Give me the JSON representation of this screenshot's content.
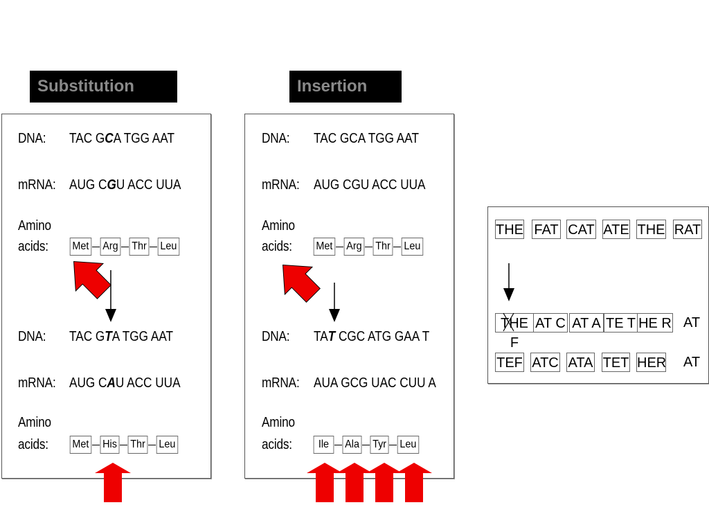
{
  "substitution": {
    "heading": "Substitution",
    "dna_label": "DNA:",
    "mrna_label": "mRNA:",
    "amino_label_1": "Amino",
    "amino_label_2": "acids:",
    "orig_dna": {
      "pre": "TAC G",
      "mut": "C",
      "post": "A TGG AAT"
    },
    "orig_mrna": {
      "pre": "AUG C",
      "mut": "G",
      "post": "U ACC UUA"
    },
    "orig_aa": [
      "Met",
      "Arg",
      "Thr",
      "Leu"
    ],
    "mut_dna": {
      "pre": "TAC G",
      "mut": "T",
      "post": "A TGG AAT"
    },
    "mut_mrna": {
      "pre": "AUG C",
      "mut": "A",
      "post": "U ACC UUA"
    },
    "mut_aa": [
      "Met",
      "His",
      "Thr",
      "Leu"
    ]
  },
  "insertion": {
    "heading": "Insertion",
    "dna_label": "DNA:",
    "mrna_label": "mRNA:",
    "amino_label_1": "Amino",
    "amino_label_2": "acids:",
    "orig_dna": "TAC GCA TGG AAT",
    "orig_mrna": "AUG CGU ACC UUA",
    "orig_aa": [
      "Met",
      "Arg",
      "Thr",
      "Leu"
    ],
    "mut_dna": {
      "pre": "TA",
      "mut": "T",
      "post": " CGC ATG GAA T"
    },
    "mut_mrna": "AUA GCG UAC CUU A",
    "mut_aa": [
      "Ile",
      "Ala",
      "Tyr",
      "Leu"
    ]
  },
  "frameshift": {
    "row1": [
      "THE",
      "FAT",
      "CAT",
      "ATE",
      "THE",
      "RAT"
    ],
    "row2": [
      "THE F",
      "AT C",
      "AT A",
      "TE T",
      "HE R"
    ],
    "row2_tail": "AT",
    "row3": [
      "TEF",
      "ATC",
      "ATA",
      "TET",
      "HER"
    ],
    "row3_tail": "AT"
  },
  "colors": {
    "heading_bg": "#000000",
    "heading_text": "#8a8a8a",
    "arrow_fill": "#ee0000"
  }
}
